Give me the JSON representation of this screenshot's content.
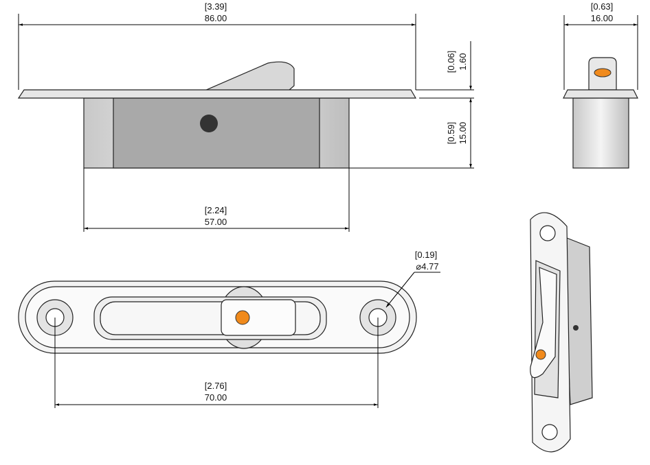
{
  "dimensions": {
    "overall_length": {
      "inch": "[3.39]",
      "mm": "86.00"
    },
    "side_width": {
      "inch": "[0.63]",
      "mm": "16.00"
    },
    "flange_thickness": {
      "inch": "[0.06]",
      "mm": "1.60"
    },
    "body_depth": {
      "inch": "[0.59]",
      "mm": "15.00"
    },
    "body_length": {
      "inch": "[2.24]",
      "mm": "57.00"
    },
    "hole_diameter": {
      "inch": "[0.19]",
      "mm": "⌀4.77"
    },
    "hole_spacing": {
      "inch": "[2.76]",
      "mm": "70.00"
    }
  },
  "colors": {
    "accent": "#f08a1c",
    "body": "#a9a9a9",
    "face": "#e6e6e6"
  }
}
